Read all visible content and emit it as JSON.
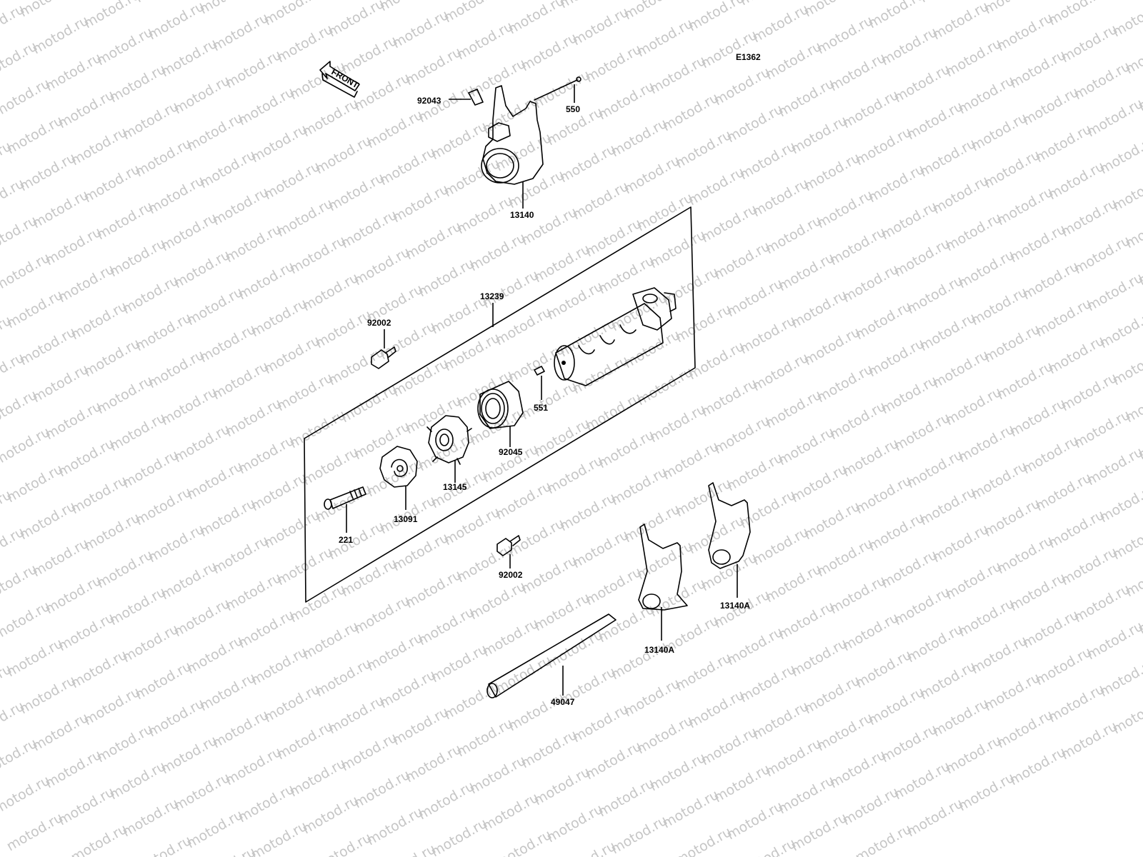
{
  "diagram": {
    "code": "E1362",
    "watermark": "motod.ru",
    "front_arrow": "FRONT",
    "parts": [
      {
        "id": "92043"
      },
      {
        "id": "550"
      },
      {
        "id": "13140"
      },
      {
        "id": "13239"
      },
      {
        "id": "92002"
      },
      {
        "id": "551"
      },
      {
        "id": "92045"
      },
      {
        "id": "13145"
      },
      {
        "id": "13091"
      },
      {
        "id": "221"
      },
      {
        "id": "92002"
      },
      {
        "id": "13140A"
      },
      {
        "id": "13140A"
      },
      {
        "id": "49047"
      }
    ]
  }
}
